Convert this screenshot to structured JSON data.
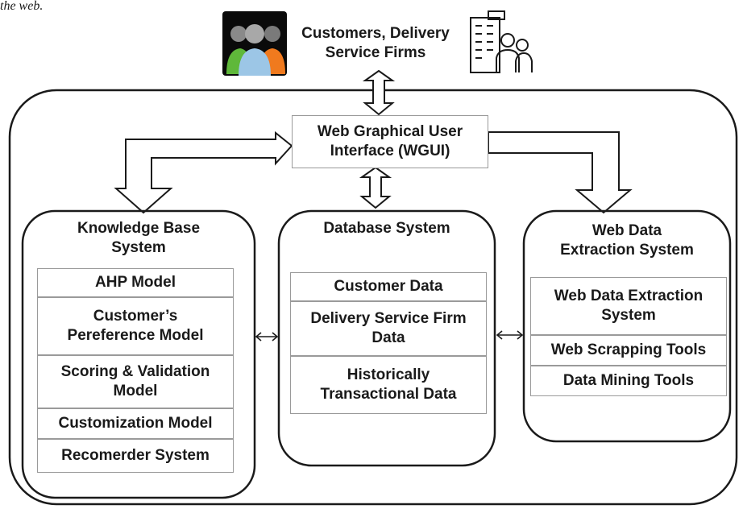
{
  "caption_fragment": "the web.",
  "top": {
    "label_line1": "Customers, Delivery",
    "label_line2": "Service Firms"
  },
  "wgui": {
    "line1": "Web Graphical User",
    "line2": "Interface (WGUI)"
  },
  "knowledge_base": {
    "title_line1": "Knowledge Base",
    "title_line2": "System",
    "items": [
      {
        "lines": [
          "AHP Model"
        ]
      },
      {
        "lines": [
          "Customer’s",
          "Pereference Model"
        ]
      },
      {
        "lines": [
          "Scoring & Validation",
          "Model"
        ]
      },
      {
        "lines": [
          "Customization Model"
        ]
      },
      {
        "lines": [
          "Recomerder System"
        ]
      }
    ]
  },
  "database": {
    "title": "Database System",
    "items": [
      {
        "lines": [
          "Customer Data"
        ]
      },
      {
        "lines": [
          "Delivery Service Firm",
          "Data"
        ]
      },
      {
        "lines": [
          "Historically",
          "Transactional Data"
        ]
      }
    ]
  },
  "web_extraction": {
    "title_line1": "Web Data",
    "title_line2": "Extraction System",
    "items": [
      {
        "lines": [
          "Web Data Extraction",
          "System"
        ]
      },
      {
        "lines": [
          "Web Scrapping Tools"
        ]
      },
      {
        "lines": [
          "Data Mining Tools"
        ]
      }
    ]
  },
  "icons": [
    "people-group-icon",
    "office-building-users-icon"
  ],
  "colors": {
    "stroke": "#1a1a1a",
    "box_border": "#9a9a9a",
    "person_green": "#5fb83a",
    "person_blue": "#9cc6e6",
    "person_orange": "#f07a1e",
    "icon_bg": "#0a0a0a"
  }
}
